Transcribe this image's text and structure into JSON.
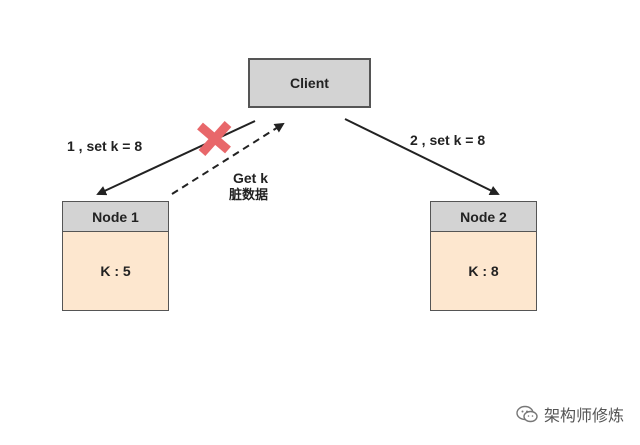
{
  "client": {
    "label": "Client"
  },
  "node1": {
    "title": "Node 1",
    "value": "K : 5"
  },
  "node2": {
    "title": "Node 2",
    "value": "K : 8"
  },
  "edges": {
    "to_node1": "1 , set k = 8",
    "to_node2": "2 , set k = 8",
    "read_line1": "Get k",
    "read_line2": "脏数据"
  },
  "watermark": {
    "text": "架构师修炼",
    "icon": "wechat-icon"
  },
  "colors": {
    "box_header": "#d3d3d3",
    "box_body": "#fde7cf",
    "border": "#555555",
    "arrow": "#222222",
    "fail_mark": "#e8676a"
  }
}
